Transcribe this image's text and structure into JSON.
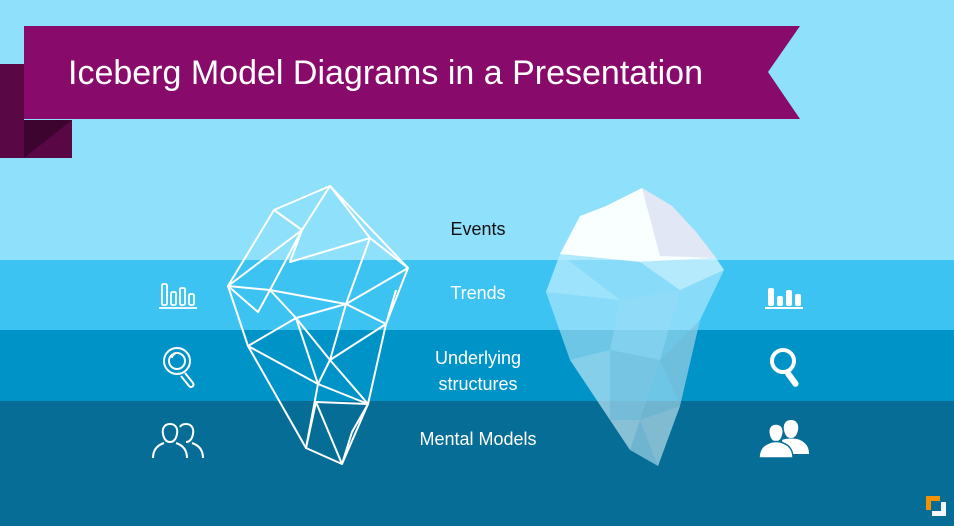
{
  "slide": {
    "title": "Iceberg Model Diagrams in a Presentation"
  },
  "levels": [
    {
      "label": "Events"
    },
    {
      "label": "Trends"
    },
    {
      "label": "Underlying structures"
    },
    {
      "label": "Mental Models"
    }
  ],
  "colors": {
    "sky": "#8ee0fb",
    "trends_band": "#3cc3f2",
    "structures_band": "#0093c8",
    "mental_band": "#066e96",
    "banner": "#880a6b",
    "banner_fold": "#5a0745",
    "logo_orange": "#f39200"
  },
  "icons": {
    "left": [
      "bar-chart-outline-icon",
      "magnifier-outline-icon",
      "users-outline-icon"
    ],
    "right": [
      "bar-chart-solid-icon",
      "magnifier-solid-icon",
      "users-solid-icon"
    ]
  }
}
